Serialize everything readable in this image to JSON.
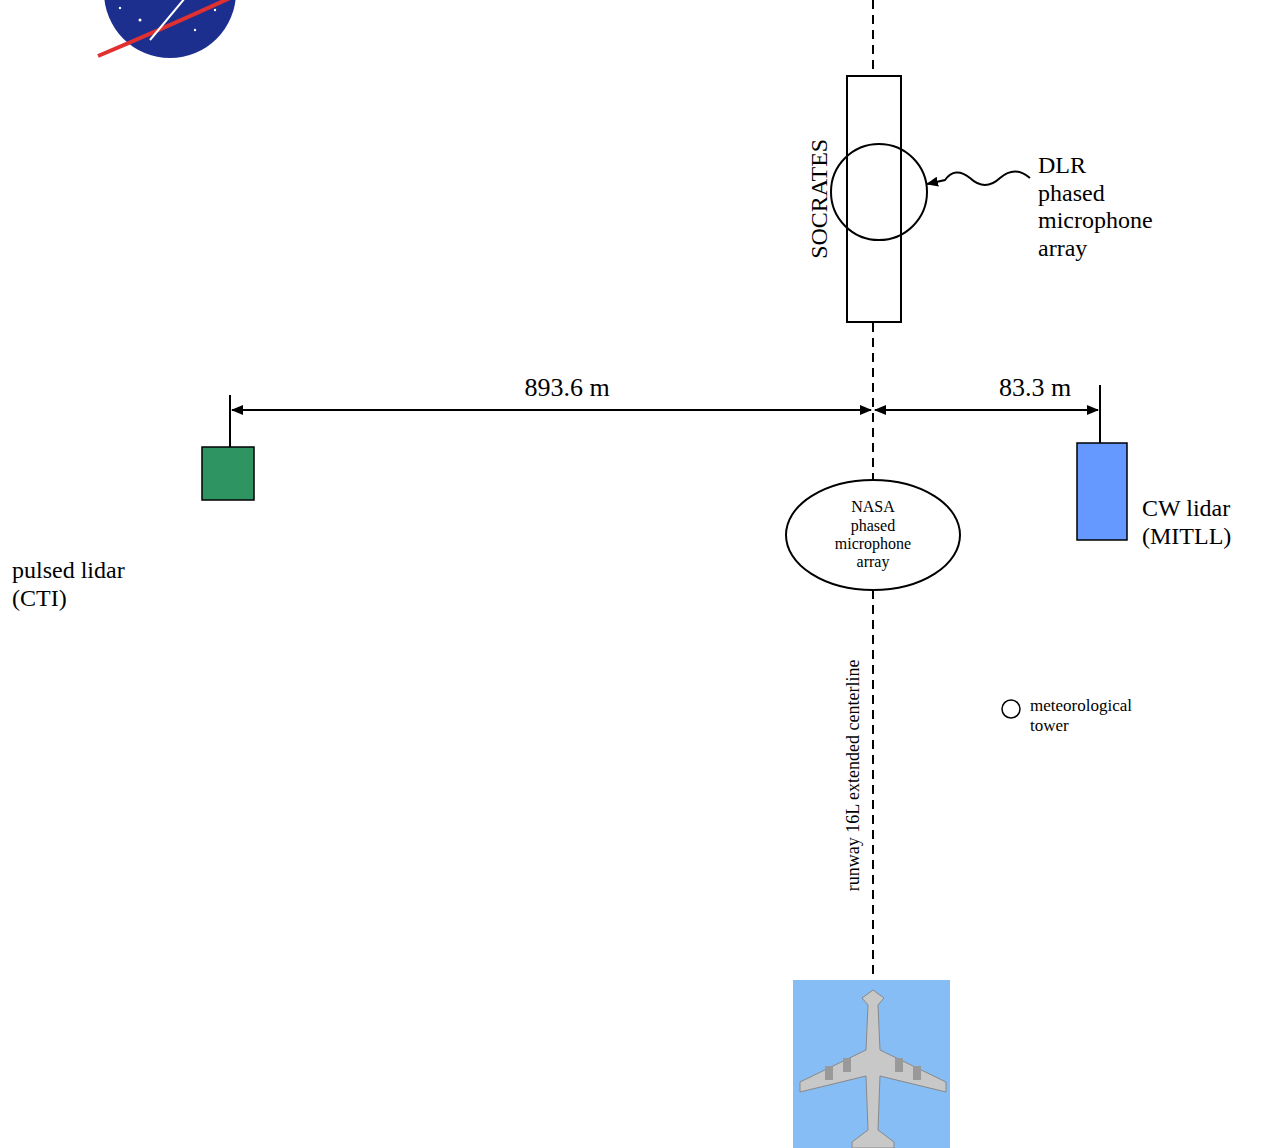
{
  "diagram": {
    "nodes": [
      {
        "text": [
          "SOCRATES"
        ]
      },
      {
        "text": [
          "NASA phased microphone array"
        ]
      }
    ],
    "labels": [
      "DLR phased microphone array",
      "893.6 m",
      "83.3 m",
      "pulsed lidar (CTI)",
      "CW lidar (MITLL)",
      "runway 16L extended centerline",
      "meteorological tower"
    ]
  }
}
